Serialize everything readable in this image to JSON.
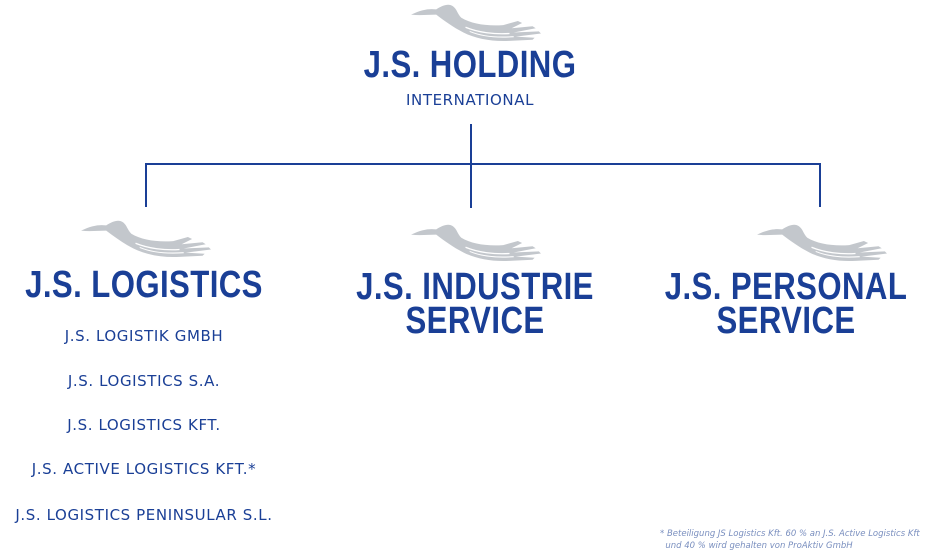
{
  "holding": {
    "title": "J.S. HOLDING",
    "subtitle": "INTERNATIONAL"
  },
  "branches": [
    {
      "title": "J.S. LOGISTICS",
      "companies": [
        "J.S. LOGISTIK GMBH",
        "J.S. LOGISTICS S.A.",
        "J.S. LOGISTICS KFT.",
        "J.S. ACTIVE LOGISTICS KFT.*",
        "J.S. LOGISTICS PENINSULAR S.L."
      ]
    },
    {
      "title_line1": "J.S. INDUSTRIE",
      "title_line2": "SERVICE"
    },
    {
      "title_line1": "J.S. PERSONAL",
      "title_line2": "SERVICE"
    }
  ],
  "footnote": {
    "line1": "* Beteiligung JS Logistics Kft. 60 % an J.S. Active Logistics Kft",
    "line2": "  und 40 % wird gehalten von ProAktiv GmbH"
  },
  "colors": {
    "brand": "#1a3f96",
    "bird": "#c3c7cc",
    "footnote": "#7a8fbf"
  },
  "icons": [
    "crane-bird-logo-icon"
  ]
}
